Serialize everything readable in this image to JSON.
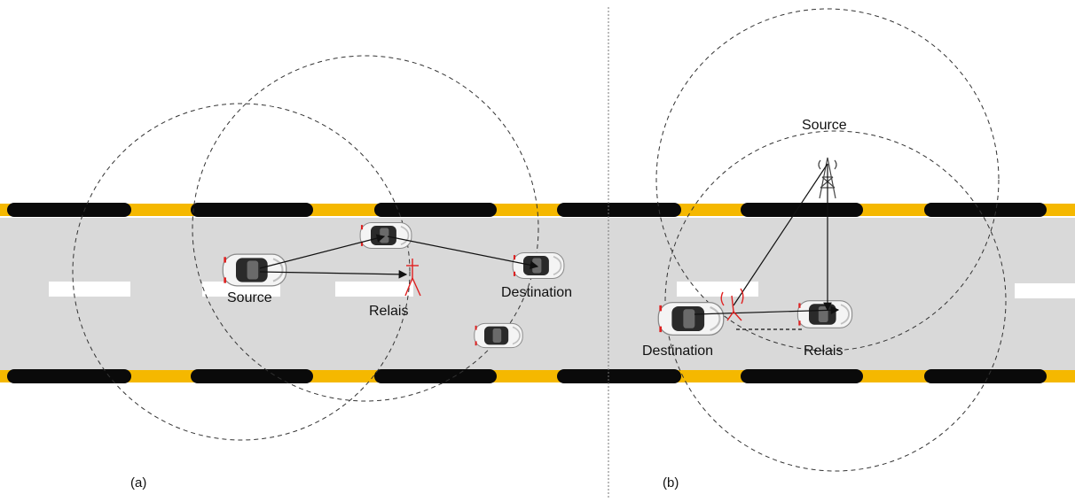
{
  "panel_a": {
    "label": "(a)",
    "source_label": "Source",
    "relay_label": "Relais",
    "destination_label": "Destination"
  },
  "panel_b": {
    "label": "(b)",
    "source_label": "Source",
    "relay_label": "Relais",
    "destination_label": "Destination"
  },
  "colors": {
    "road": "#d9d9d9",
    "curb_black": "#0a0a0a",
    "curb_yellow": "#f5b800",
    "lane_marking": "#ffffff",
    "link_arrow": "#111111",
    "jammer": "#e02020",
    "coverage_circle": "#333333"
  },
  "icons": [
    "car-icon",
    "antenna-tower-icon",
    "jammer-icon"
  ]
}
